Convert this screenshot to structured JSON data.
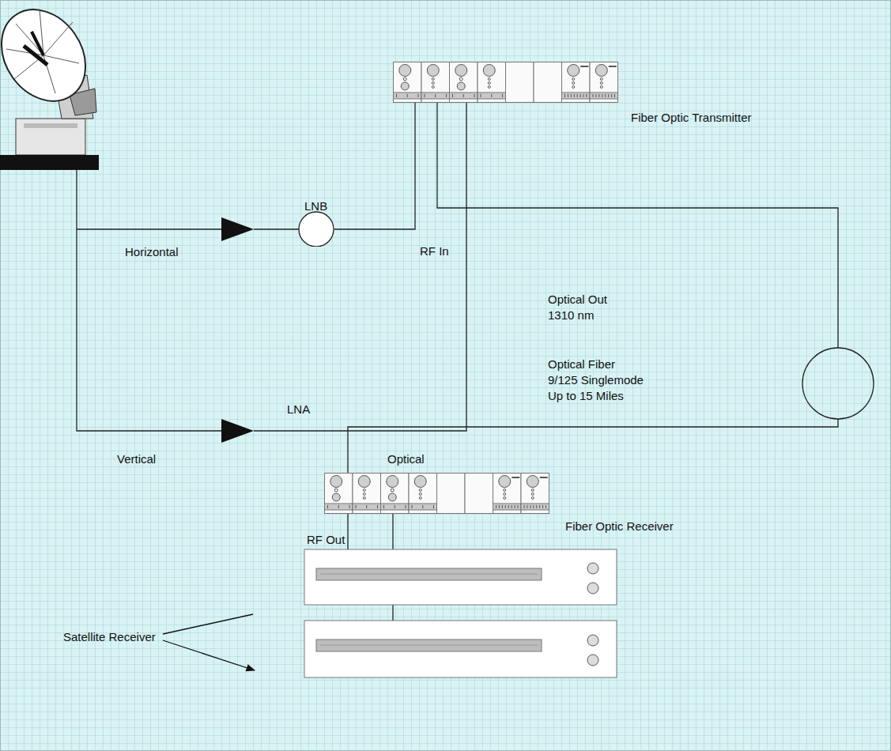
{
  "diagram": {
    "nodes": [
      {
        "text": [
          "Fiber Optic Transmitter"
        ]
      },
      {
        "text": [
          "LNB"
        ]
      },
      {
        "text": [
          "LNA"
        ]
      },
      {
        "text": [
          "Fiber Optic Receiver"
        ]
      }
    ],
    "edges": [
      {
        "from": 1,
        "to": 0,
        "arrow": "none"
      },
      {
        "from": 2,
        "to": 0,
        "arrow": "none"
      },
      {
        "from": 0,
        "to": 3,
        "arrow": "none"
      }
    ],
    "labels": [
      "Horizontal",
      "RF In",
      "Optical Out",
      "1310 nm",
      "Optical Fiber",
      "9/125 Singlemode",
      "Up to 15 Miles",
      "Vertical",
      "Optical",
      "RF Out",
      "Satellite Receiver"
    ]
  }
}
